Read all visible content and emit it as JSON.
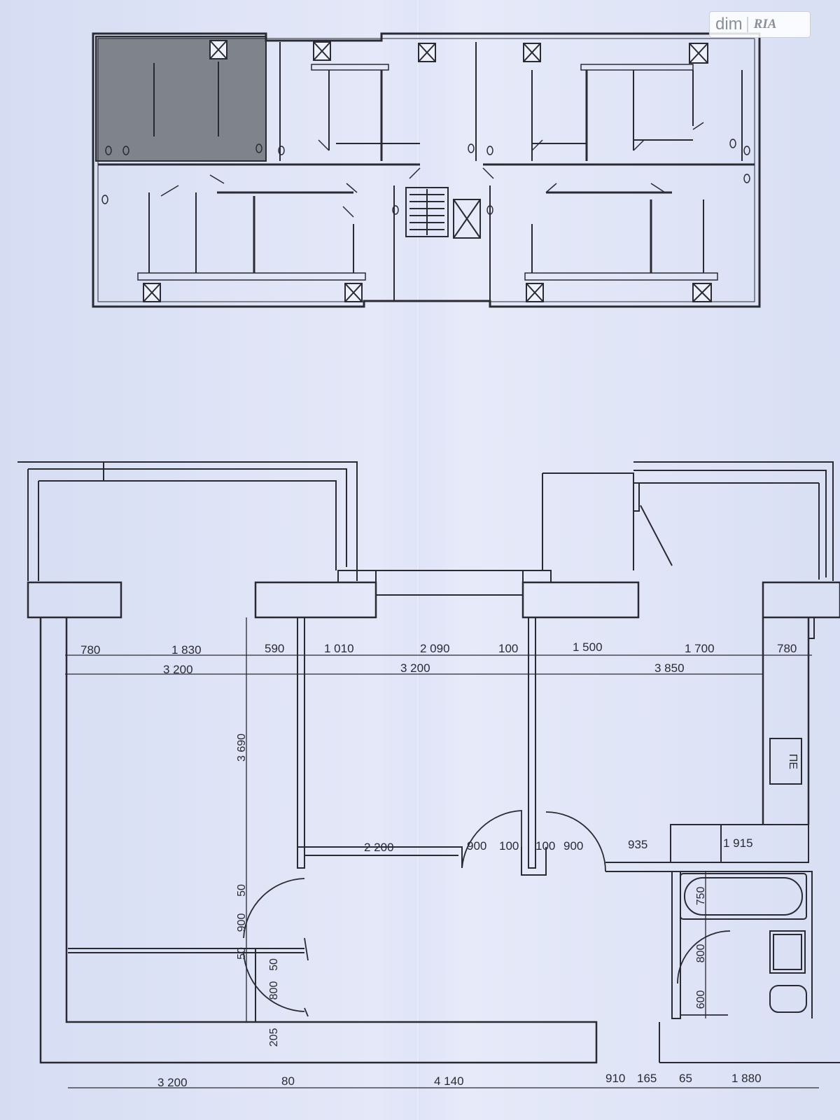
{
  "watermark": {
    "brand": "dim",
    "brand_suffix": "RIA"
  },
  "floor_plan": {
    "highlight_color": "#7f848c",
    "line_color": "#2a2a33",
    "icons": [
      "ventilation-shaft-icon",
      "stair-icon",
      "elevator-icon",
      "toilet-icon",
      "sink-icon",
      "bathtub-icon",
      "stove-icon"
    ]
  },
  "apartment_plan": {
    "dimensions": {
      "top_row": [
        "780",
        "1 830",
        "590",
        "1 010",
        "2 090",
        "100",
        "1 500",
        "1 700",
        "780"
      ],
      "second_row": [
        "3 200",
        "3 200",
        "3 850"
      ],
      "bottom_row": [
        "3 200",
        "80",
        "4 140",
        "910",
        "165",
        "65",
        "1 880"
      ],
      "inner_row": [
        "2 200",
        "900",
        "100",
        "100",
        "900",
        "935",
        "1 915"
      ],
      "vertical": [
        "3 690",
        "50",
        "900",
        "50",
        "800",
        "50",
        "205",
        "750",
        "800",
        "600"
      ]
    },
    "stove_label": "ПЕ"
  }
}
